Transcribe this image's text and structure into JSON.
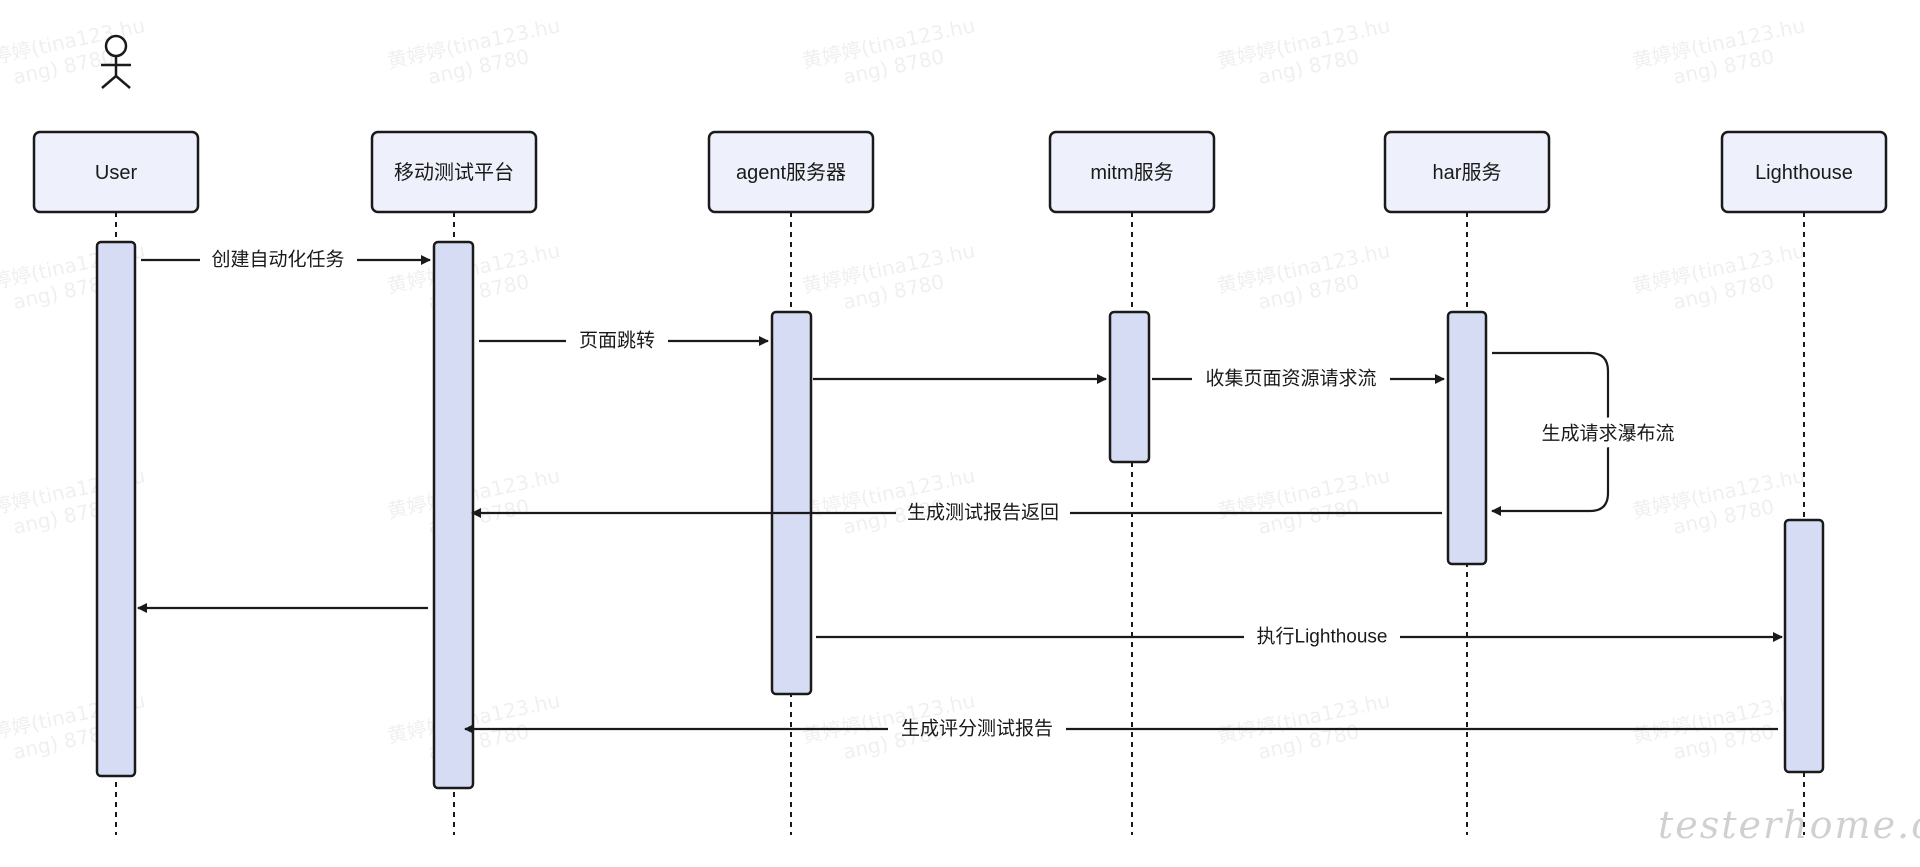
{
  "diagram": {
    "actors": [
      {
        "id": "user",
        "label": "User"
      },
      {
        "id": "platform",
        "label": "移动测试平台"
      },
      {
        "id": "agent",
        "label": "agent服务器"
      },
      {
        "id": "mitm",
        "label": "mitm服务"
      },
      {
        "id": "har",
        "label": "har服务"
      },
      {
        "id": "lighthouse",
        "label": "Lighthouse"
      }
    ],
    "messages": [
      {
        "from": "user",
        "to": "platform",
        "label": "创建自动化任务"
      },
      {
        "from": "platform",
        "to": "agent",
        "label": "页面跳转"
      },
      {
        "from": "agent",
        "to": "mitm",
        "label": ""
      },
      {
        "from": "mitm",
        "to": "har",
        "label": "收集页面资源请求流"
      },
      {
        "from": "har",
        "to": "har",
        "label": "生成请求瀑布流"
      },
      {
        "from": "har",
        "to": "platform",
        "label": "生成测试报告返回"
      },
      {
        "from": "platform",
        "to": "user",
        "label": ""
      },
      {
        "from": "agent",
        "to": "lighthouse",
        "label": "执行Lighthouse"
      },
      {
        "from": "lighthouse",
        "to": "platform",
        "label": "生成评分测试报告"
      }
    ]
  },
  "watermark": {
    "line1": "黄婷婷(tina123.hu",
    "line2": "ang) 8780",
    "brand": "testerhome.com"
  },
  "colors": {
    "actor_fill": "#eef1fb",
    "activation_fill": "#d6dcf3",
    "stroke": "#1a1a1a"
  }
}
